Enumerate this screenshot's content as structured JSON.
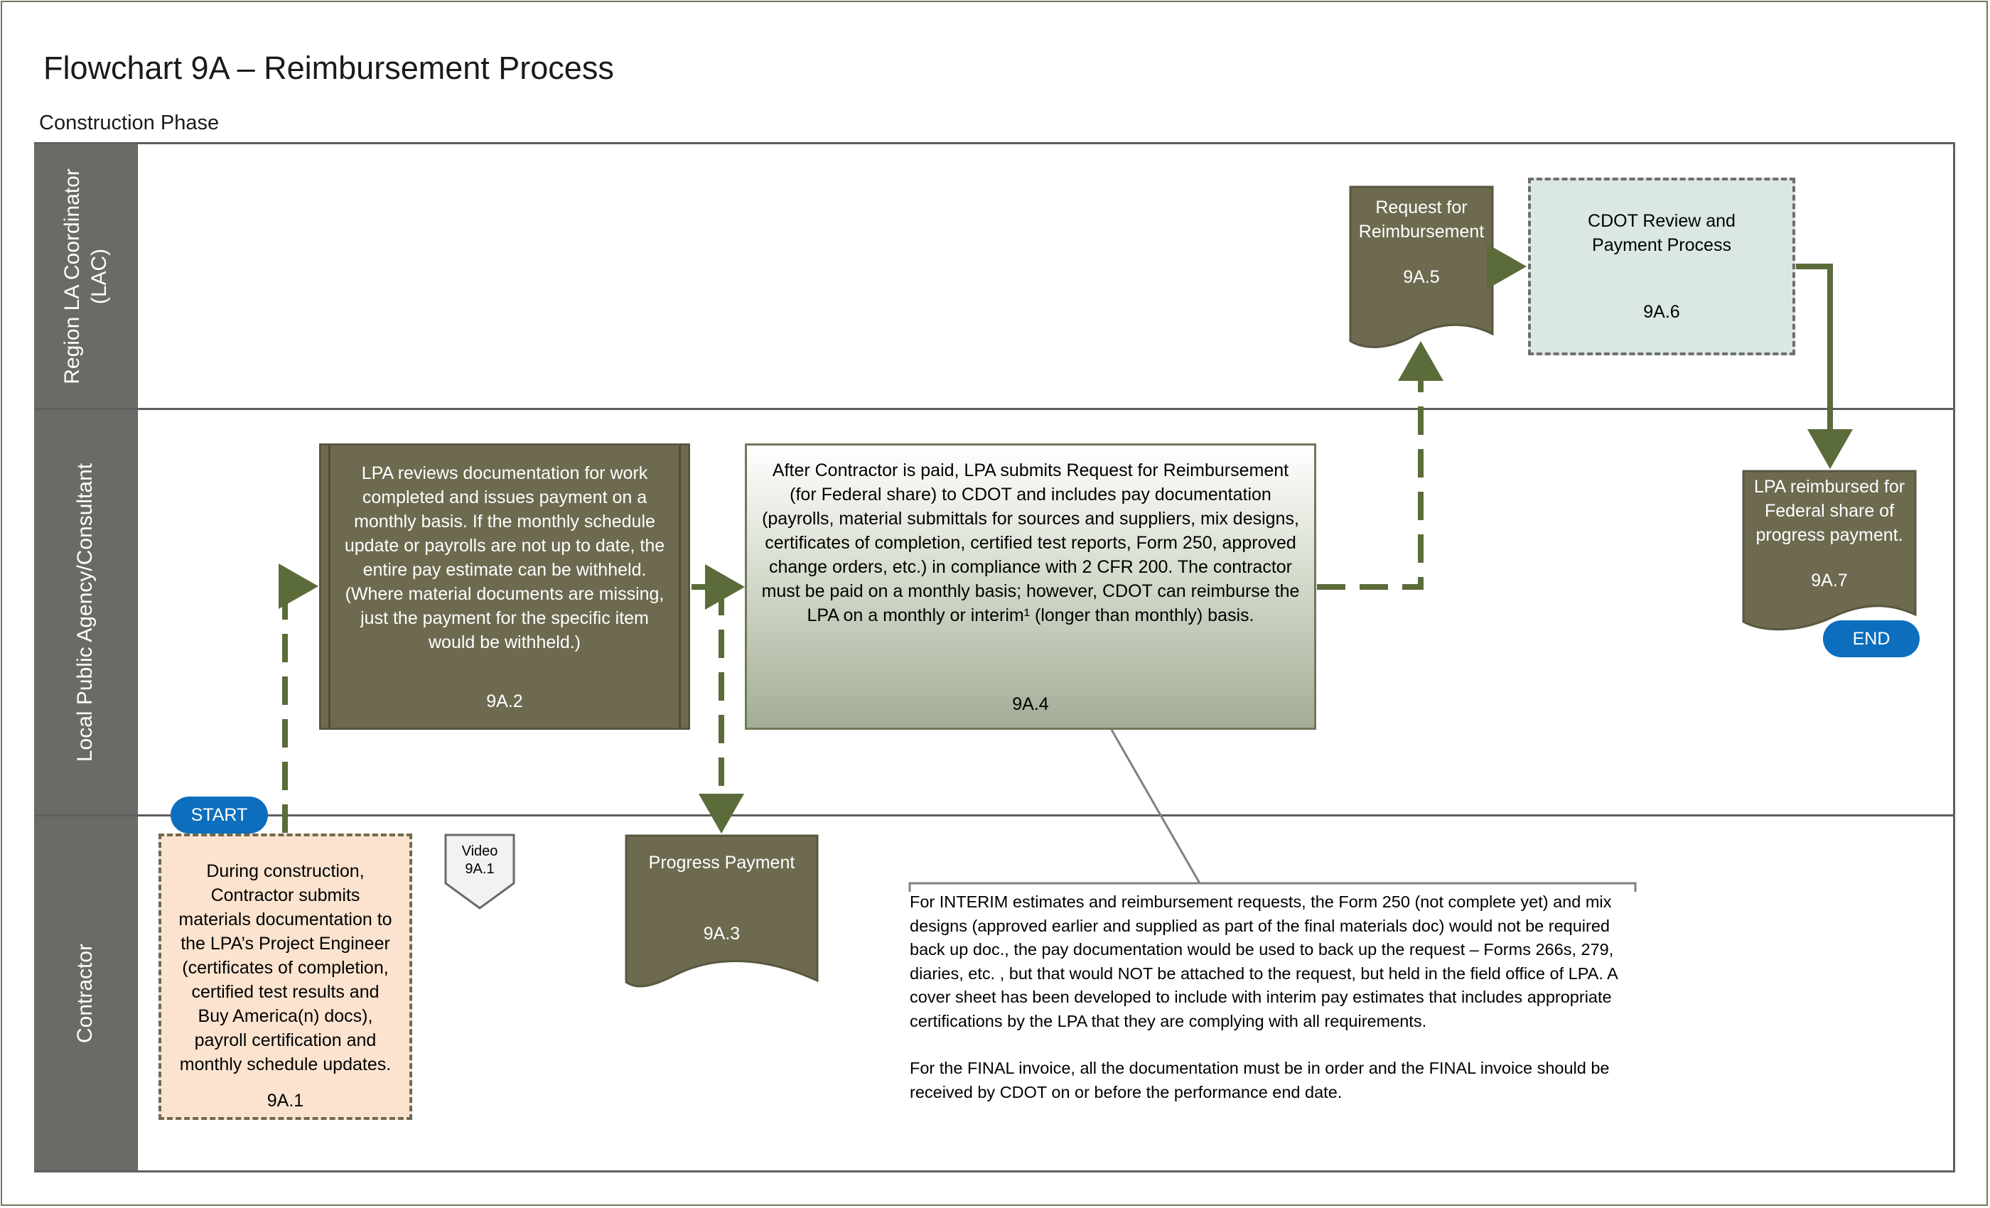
{
  "header": {
    "title": "Flowchart 9A – Reimbursement Process",
    "subtitle": "Construction Phase"
  },
  "lanes": [
    {
      "label_line1": "Region LA Coordinator",
      "label_line2": "(LAC)"
    },
    {
      "label_line1": "Local Public Agency/Consultant",
      "label_line2": ""
    },
    {
      "label_line1": "Contractor",
      "label_line2": ""
    }
  ],
  "nodes": {
    "start": {
      "label": "START"
    },
    "end": {
      "label": "END"
    },
    "n9a1": {
      "text": "During construction, Contractor submits materials documentation to the LPA’s Project Engineer (certificates of completion, certified test results and Buy America(n) docs), payroll certification and monthly schedule updates.",
      "ref": "9A.1"
    },
    "video": {
      "line1": "Video",
      "line2": "9A.1"
    },
    "n9a2": {
      "text": "LPA reviews documentation for work completed and issues payment on a monthly basis.  If the monthly schedule update or payrolls are not up to date, the entire pay estimate can be withheld.  (Where material documents are missing, just the payment for the specific item would be withheld.)",
      "ref": "9A.2"
    },
    "n9a3": {
      "line1": "Progress Payment",
      "ref": "9A.3"
    },
    "n9a4": {
      "text": "After Contractor is paid, LPA submits Request for Reimbursement (for Federal share) to CDOT and includes pay documentation (payrolls, material submittals for sources and suppliers, mix designs, certificates of completion, certified test reports, Form 250,  approved change orders, etc.) in compliance with 2 CFR 200.  The contractor must be paid on a monthly basis; however, CDOT can reimburse the LPA on a monthly or interim¹  (longer than monthly) basis.",
      "ref": "9A.4"
    },
    "n9a5": {
      "line1": "Request for",
      "line2": "Reimbursement",
      "ref": "9A.5"
    },
    "n9a6": {
      "text": "CDOT Review and Payment Process",
      "ref": "9A.6"
    },
    "n9a7": {
      "line1": "LPA reimbursed for",
      "line2": "Federal share of",
      "line3": "progress payment.",
      "ref": "9A.7"
    }
  },
  "annotation": {
    "paragraph1": "For INTERIM estimates and reimbursement requests, the Form 250 (not complete yet) and mix designs (approved earlier and supplied as part of the final materials doc) would not be required back up doc., the pay documentation would be used to back up the request – Forms 266s, 279, diaries, etc. , but that would NOT be attached to the request, but held in the field office of LPA.  A cover sheet has been developed to include with interim pay estimates that includes appropriate certifications by the LPA that they are complying with all requirements.",
    "paragraph2": "For the FINAL invoice, all the documentation must be in order and the FINAL invoice should be received by CDOT on or before the performance end date."
  },
  "colors": {
    "olive": "#6d6a50",
    "arrow": "#5b6b3a",
    "lane_header": "#6a6a66",
    "terminal": "#0d6ebd",
    "contractor_fill": "#fbe3cf",
    "review_fill": "#dbe8e2"
  }
}
